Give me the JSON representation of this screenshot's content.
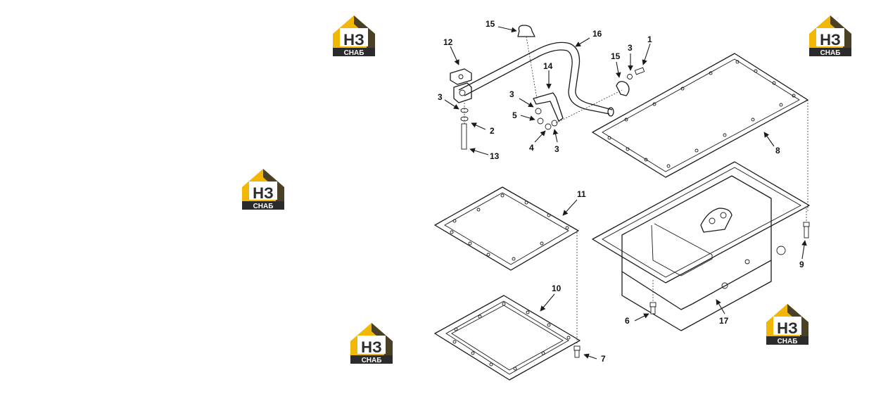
{
  "watermark": {
    "main": "НЗ",
    "sub": "СНАБ",
    "color_yellow": "#f2b705",
    "color_dark": "#2b2b2b"
  },
  "callouts": {
    "c1": "1",
    "c2": "2",
    "c3a": "3",
    "c3b": "3",
    "c3c": "3",
    "c3d": "3",
    "c4": "4",
    "c5": "5",
    "c6": "6",
    "c7": "7",
    "c8": "8",
    "c9": "9",
    "c10": "10",
    "c11": "11",
    "c12": "12",
    "c13": "13",
    "c14": "14",
    "c15a": "15",
    "c15b": "15",
    "c16": "16",
    "c17": "17"
  }
}
